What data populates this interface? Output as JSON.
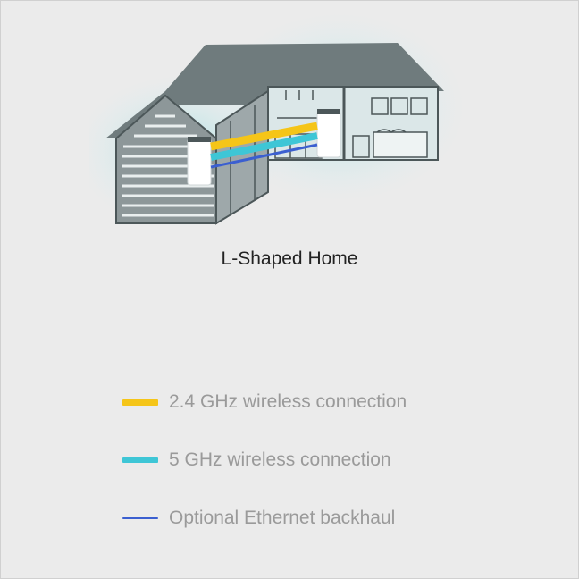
{
  "caption": "L-Shaped Home",
  "legend": [
    {
      "label": "2.4 GHz wireless connection",
      "color": "#f5c518"
    },
    {
      "label": "5 GHz wireless connection",
      "color": "#3ec6d6"
    },
    {
      "label": "Optional Ethernet backhaul",
      "color": "#3b5fd0"
    }
  ],
  "colors": {
    "background": "#ebebeb",
    "house_roof": "#6f7b7d",
    "house_wall": "#8d9799",
    "glow": "#bfe6e8",
    "router": "#ffffff"
  }
}
